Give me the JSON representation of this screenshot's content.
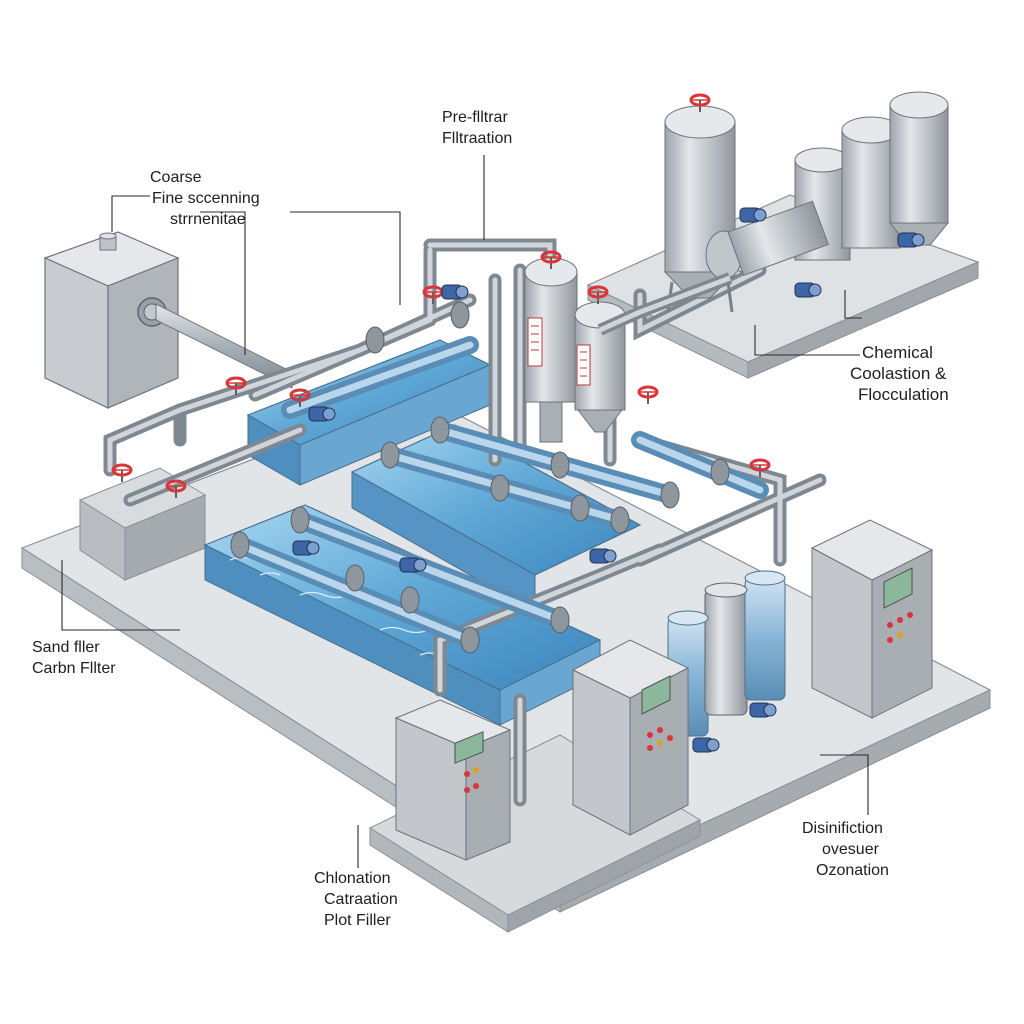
{
  "labels": {
    "coarse_screening": {
      "line1": "Coarse",
      "line2": "Fine sccenning",
      "line3": "strrnenitae"
    },
    "pre_filtration": {
      "line1": "Pre-flltrar",
      "line2": "Flltraation"
    },
    "chemical": {
      "line1": "Chemical",
      "line2": "Coolastion &",
      "line3": "Flocculation"
    },
    "sand_filter": {
      "line1": "Sand fller",
      "line2": "Carbn Fllter"
    },
    "chlorination": {
      "line1": "Chlonation",
      "line2": "Catraation",
      "line3": "Plot Filler"
    },
    "disinfection": {
      "line1": "Disinifiction",
      "line2": "ovesuer",
      "line3": "Ozonation"
    }
  },
  "colors": {
    "water": "#5fa8d6",
    "water_light": "#9fd0ee",
    "pipe": "#9aa3ad",
    "pipe_light": "#c9d0d6",
    "handwheel": "#d8363a",
    "pump": "#3d66a8",
    "concrete": "#d6d9dc",
    "tank": "#c2c6cb",
    "panel_screen": "#7aa88a"
  },
  "icons": [
    "valve-handwheel-icon",
    "pump-icon",
    "gauge-icon"
  ]
}
